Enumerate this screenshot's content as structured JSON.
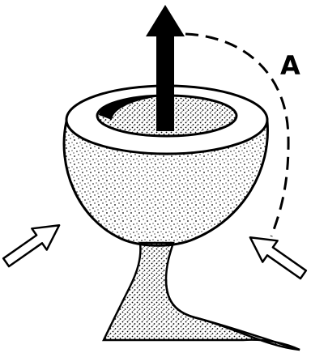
{
  "figure": {
    "label_a": "A",
    "colors": {
      "ink": "#000000",
      "paper": "#ffffff"
    },
    "icons": [
      "cup-body",
      "stalk",
      "up-arrow",
      "dashed-curve-arrow",
      "inward-hollow-arrow"
    ]
  }
}
